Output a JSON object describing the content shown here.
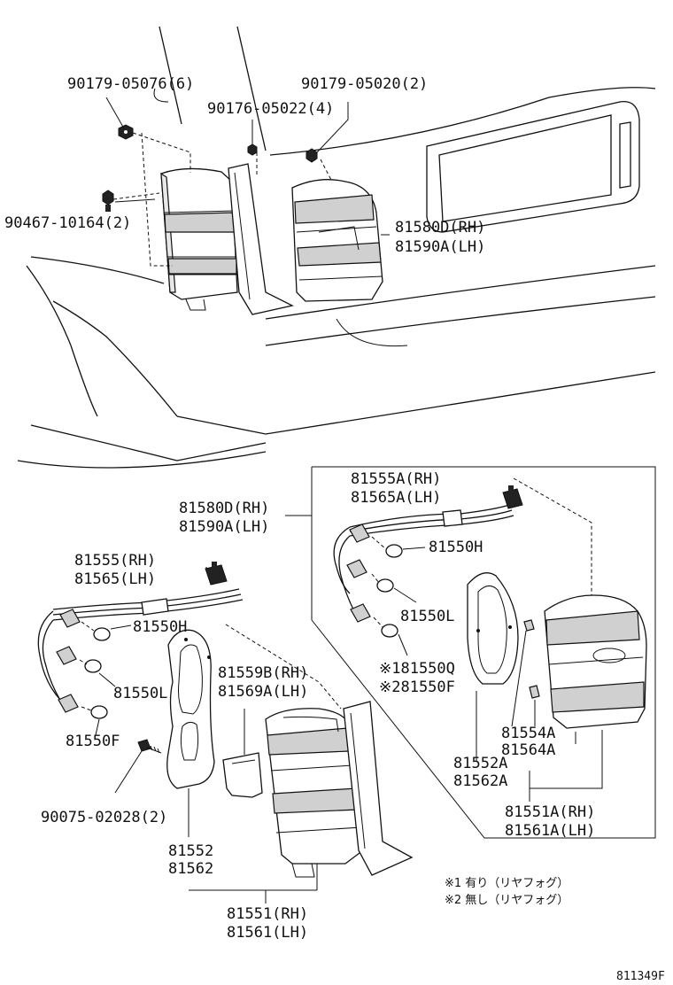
{
  "diagram": {
    "catalog_ref": "811349F",
    "labels": {
      "bolt_90179_05076": "90179-05076(6)",
      "nut_90176_05022": "90176-05022(4)",
      "bolt_90179_05020": "90179-05020(2)",
      "clip_90467_10164": "90467-10164(2)",
      "lamp_top_rh": "81580D(RH)",
      "lamp_top_lh": "81590A(LH)",
      "lamp_mid_rh": "81580D(RH)",
      "lamp_mid_lh": "81590A(LH)",
      "wire_inset_rh": "81555A(RH)",
      "wire_inset_lh": "81565A(LH)",
      "bulb_inset_h": "81550H",
      "bulb_inset_l": "81550L",
      "bulb_inset_q": "※181550Q",
      "bulb_inset_f": "※281550F",
      "bracket_inset_1": "81554A",
      "bracket_inset_2": "81564A",
      "gasket_inset_1": "81552A",
      "gasket_inset_2": "81562A",
      "lens_inset_rh": "81551A(RH)",
      "lens_inset_lh": "81561A(LH)",
      "wire_main_rh": "81555(RH)",
      "wire_main_lh": "81565(LH)",
      "bulb_main_h": "81550H",
      "bulb_main_l": "81550L",
      "bulb_main_f": "81550F",
      "screw_90075": "90075-02028(2)",
      "cover_rh": "81559B(RH)",
      "cover_lh": "81569A(LH)",
      "gasket_main_1": "81552",
      "gasket_main_2": "81562",
      "lens_main_rh": "81551(RH)",
      "lens_main_lh": "81561(LH)"
    },
    "notes": {
      "note_1": "※1 有り（リヤフォグ）",
      "note_2": "※2 無し（リヤフォグ）"
    }
  }
}
